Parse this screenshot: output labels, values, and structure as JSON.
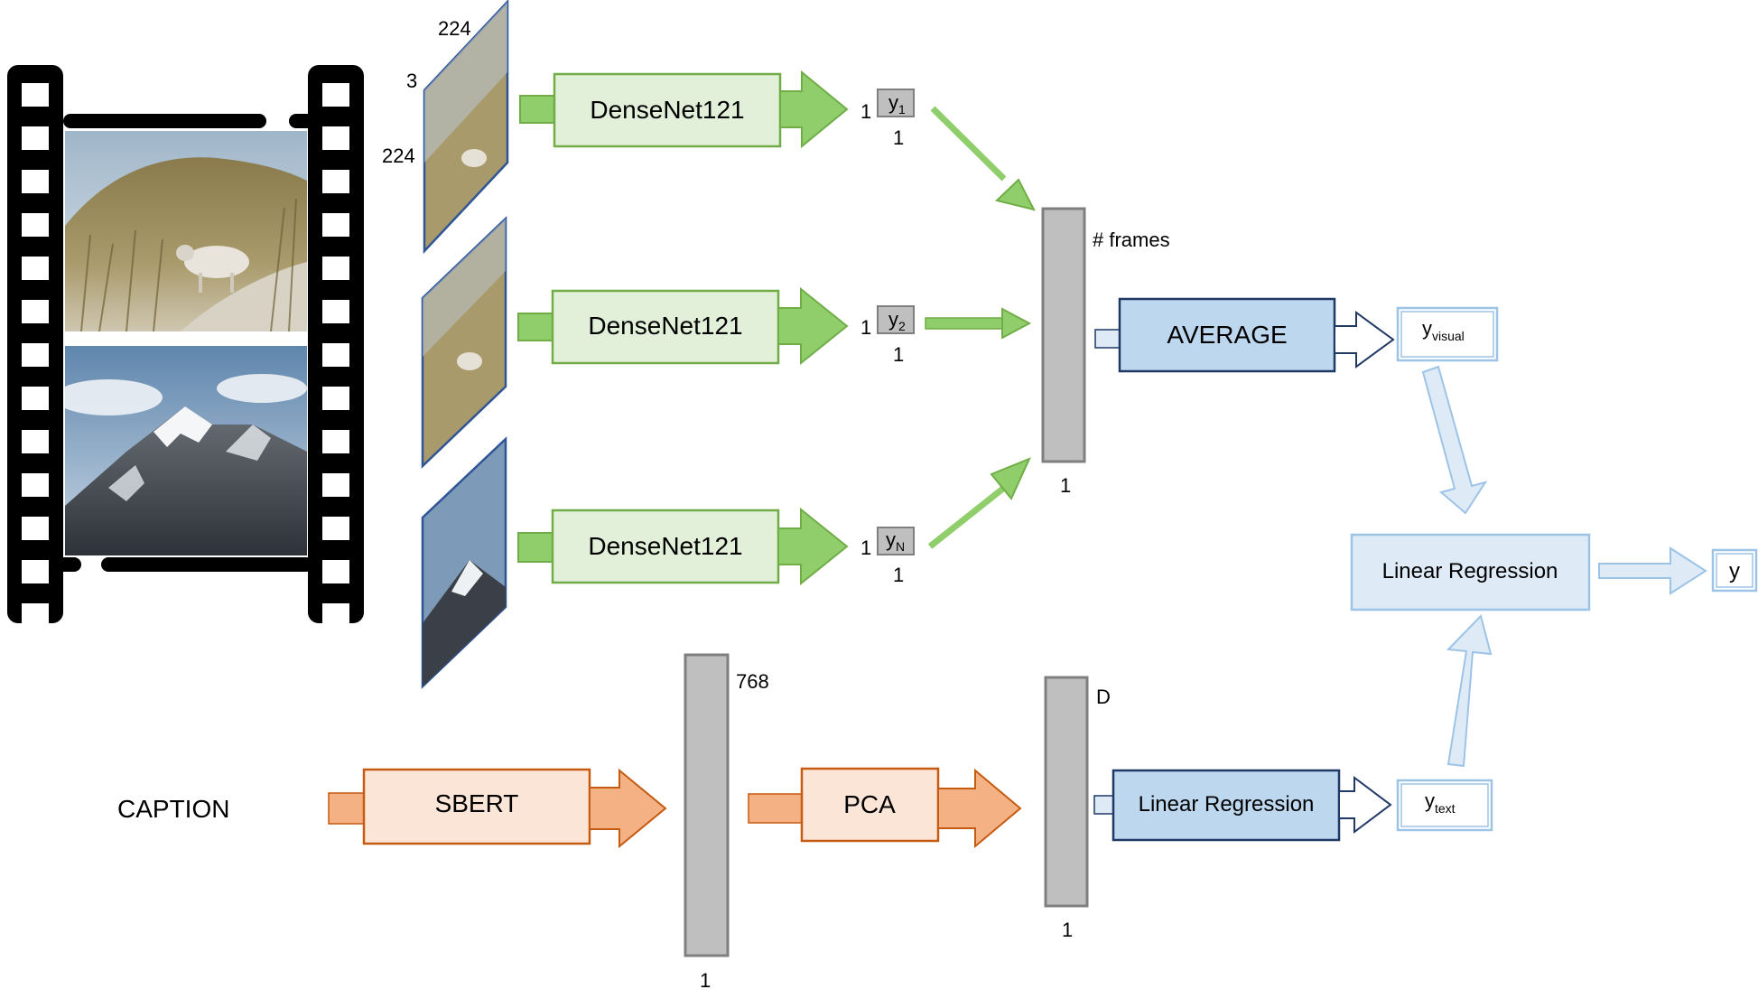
{
  "colors": {
    "green_fill": "#e2f0d9",
    "green_stroke": "#70ad47",
    "green_arrow": "#8fce6a",
    "orange_fill": "#fbe5d6",
    "orange_stroke": "#c55a11",
    "orange_arrow": "#f4b183",
    "blue_fill": "#bdd7ee",
    "blue_stroke": "#1f3864",
    "light_blue_fill": "#deebf7",
    "light_blue_stroke": "#9dc3e6",
    "gray_bar": "#bfbfbf",
    "gray_bar_stroke": "#7f7f7f",
    "frame_border": "#2f5597"
  },
  "film_strip": {
    "icon": "film-strip-icon",
    "frames": [
      "sheep-in-dunes-photo",
      "snowy-mountain-photo"
    ]
  },
  "frame_input": {
    "channels": "3",
    "height": "224",
    "width": "224"
  },
  "visual_branch": {
    "frame_icons": [
      "sheep-frame-thumbnail",
      "sheep-frame-thumbnail",
      "mountain-frame-thumbnail"
    ],
    "cnn_label": "DenseNet121",
    "rows": [
      {
        "label": "DenseNet121",
        "y_base": "y",
        "y_sub": "1",
        "dim_left": "1",
        "dim_below": "1"
      },
      {
        "label": "DenseNet121",
        "y_base": "y",
        "y_sub": "2",
        "dim_left": "1",
        "dim_below": "1"
      },
      {
        "label": "DenseNet121",
        "y_base": "y",
        "y_sub": "N",
        "dim_left": "1",
        "dim_below": "1"
      }
    ],
    "frames_bar": {
      "top_label": "# frames",
      "bottom_label": "1"
    },
    "average_label": "AVERAGE",
    "output": {
      "base": "y",
      "sub": "visual"
    }
  },
  "text_branch": {
    "caption_label": "CAPTION",
    "sbert_label": "SBERT",
    "sbert_bar": {
      "top_label": "768",
      "bottom_label": "1"
    },
    "pca_label": "PCA",
    "pca_bar": {
      "top_label": "D",
      "bottom_label": "1"
    },
    "regression_label": "Linear Regression",
    "output": {
      "base": "y",
      "sub": "text"
    }
  },
  "fusion": {
    "regression_label": "Linear Regression",
    "output_label": "y"
  }
}
